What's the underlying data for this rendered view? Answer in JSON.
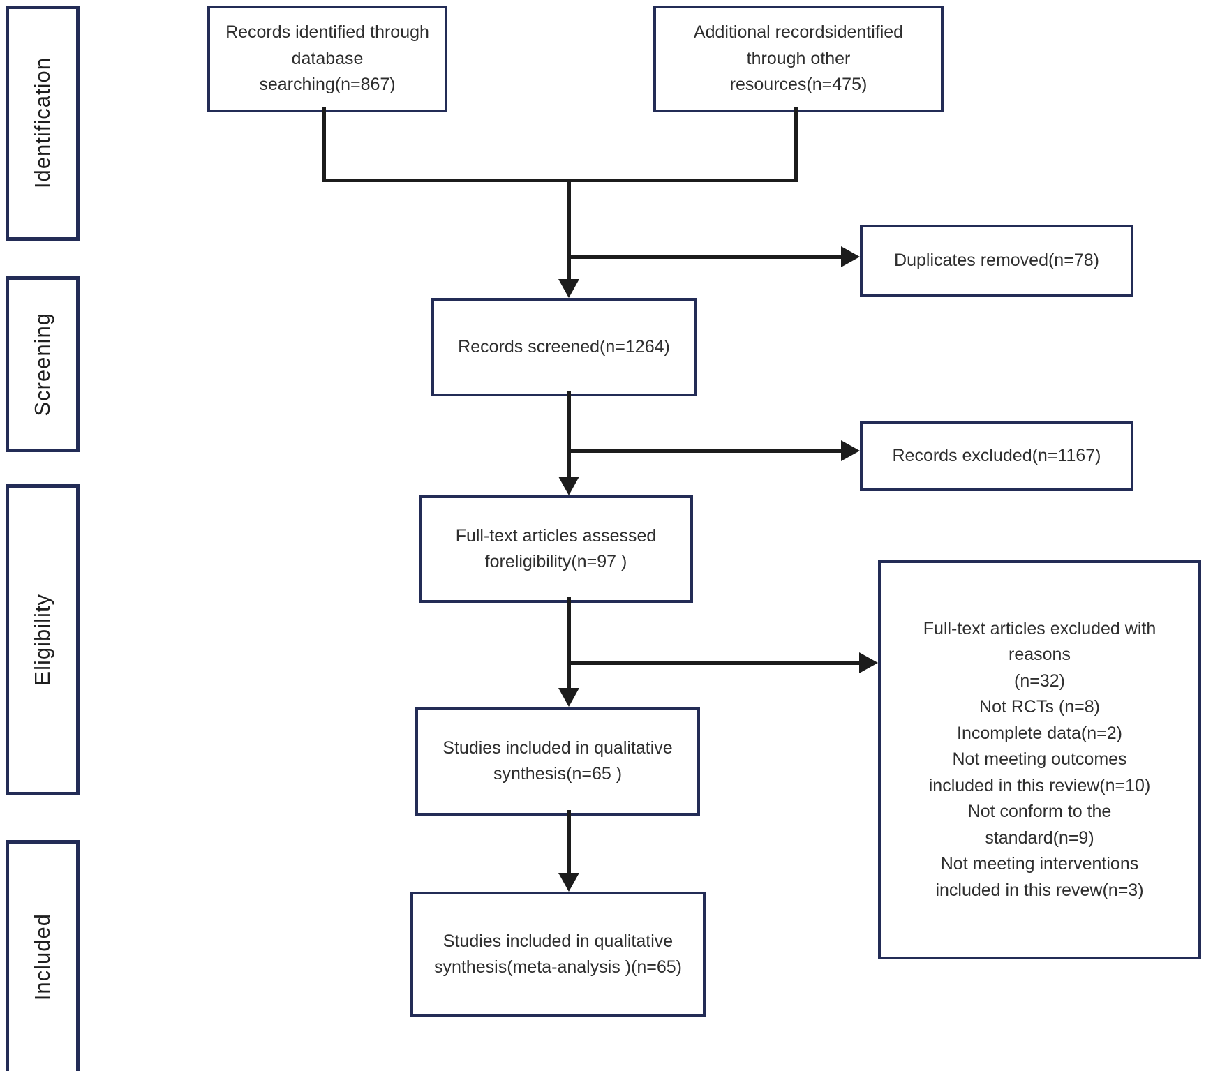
{
  "colors": {
    "box_border": "#232c56",
    "connector": "#1c1c1c",
    "text": "#2e2e2e",
    "background": "#ffffff"
  },
  "stages": [
    {
      "label": "Identification"
    },
    {
      "label": "Screening"
    },
    {
      "label": "Eligibility"
    },
    {
      "label": "Included"
    }
  ],
  "boxes": {
    "records_identified": {
      "text": "Records identified through\ndatabase\nsearching(n=867)"
    },
    "additional_records": {
      "text": "Additional recordsidentified\nthrough other\nresources(n=475)"
    },
    "duplicates_removed": {
      "text": "Duplicates removed(n=78)"
    },
    "records_screened": {
      "text": "Records screened(n=1264)"
    },
    "records_excluded": {
      "text": "Records excluded(n=1167)"
    },
    "fulltext_assessed": {
      "text": "Full-text articles assessed\nforeligibility(n=97 )"
    },
    "fulltext_excluded": {
      "text": "Full-text articles excluded with\nreasons\n(n=32)\nNot RCTs (n=8)\nIncomplete data(n=2)\nNot meeting outcomes\nincluded in this review(n=10)\nNot conform to the\nstandard(n=9)\nNot meeting interventions\nincluded in this revew(n=3)"
    },
    "qualitative_synthesis": {
      "text": "Studies included in qualitative\nsynthesis(n=65 )"
    },
    "meta_analysis": {
      "text": "Studies included in qualitative\nsynthesis(meta-analysis )(n=65)"
    }
  }
}
